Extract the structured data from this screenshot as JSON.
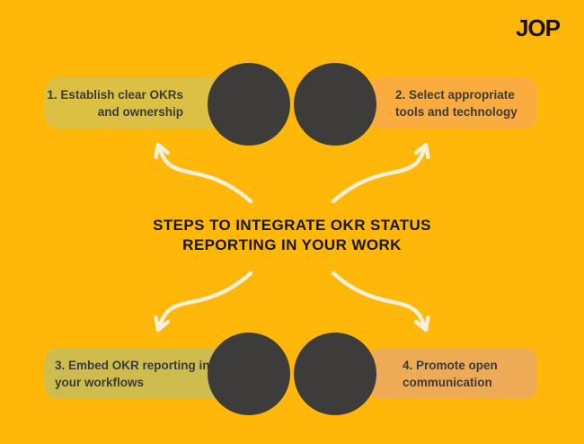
{
  "brand": {
    "logo_text": "JOP"
  },
  "title": {
    "lines": [
      "STEPS TO INTEGRATE OKR STATUS",
      "REPORTING IN YOUR WORK"
    ]
  },
  "steps": [
    {
      "lines": [
        "1. Establish clear OKRs",
        "and ownership"
      ],
      "color": "#DCC043"
    },
    {
      "lines": [
        "2. Select appropriate",
        "tools and technology"
      ],
      "color": "#FBAC3F"
    },
    {
      "lines": [
        "3. Embed OKR reporting in",
        "your workflows"
      ],
      "color": "#CFBC4F"
    },
    {
      "lines": [
        "4. Promote open",
        "communication"
      ],
      "color": "#EEAB55"
    }
  ],
  "colors": {
    "background": "#FFB80A",
    "circle": "#3E3C3A",
    "arrow": "#F6F0DC",
    "title_text": "#171717",
    "step_text": "#3B3B3B",
    "logo": "#1A1302"
  }
}
